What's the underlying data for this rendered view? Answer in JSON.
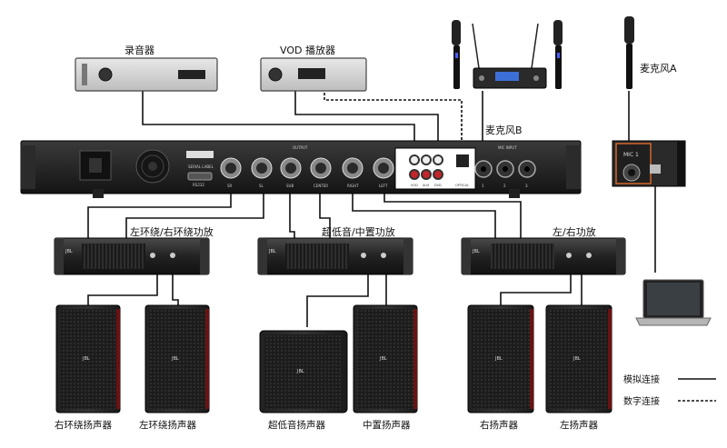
{
  "labels": {
    "recorder": "录音器",
    "vod_player": "VOD 播放器",
    "mic_b": "麦克风B",
    "mic_a": "麦克风A",
    "amp_surround": "左环绕/右环绕功放",
    "amp_sub_center": "超低音/中置功放",
    "amp_lr": "左/右功放",
    "spk_right_surround": "右环绕扬声器",
    "spk_left_surround": "左环绕扬声器",
    "spk_subwoofer": "超低音扬声器",
    "spk_center": "中置扬声器",
    "spk_right": "右扬声器",
    "spk_left": "左扬声器"
  },
  "legend": {
    "analog": "模拟连接",
    "digital": "数字连接"
  },
  "processor": {
    "output_title": "OUTPUT",
    "mic_input_title": "MIC INPUT",
    "serial_label": "SERIAL LABEL",
    "rs232": "RS232",
    "outputs": [
      "SR",
      "SL",
      "SUB",
      "CENTER",
      "RIGHT",
      "LEFT"
    ],
    "inputs": [
      "VOD",
      "AUX",
      "DVD",
      "OPTICAL"
    ],
    "mic_inputs": [
      "1",
      "2",
      "3"
    ]
  },
  "wall_panel": {
    "label": "MIC 1"
  },
  "brand": "JBL"
}
